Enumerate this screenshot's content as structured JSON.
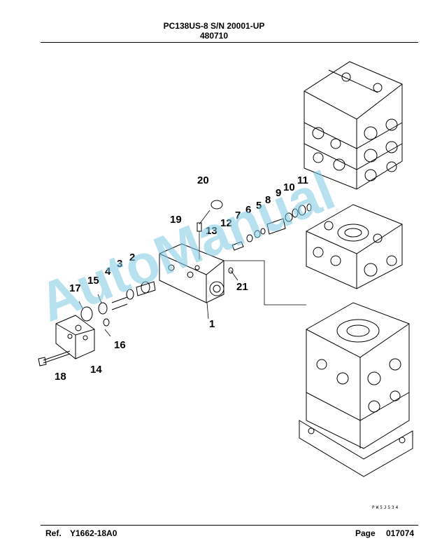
{
  "header": {
    "model_line": "PC138US-8 S/N 20001-UP",
    "part_number": "480710"
  },
  "diagram": {
    "callouts": [
      {
        "id": "c1",
        "text": "1"
      },
      {
        "id": "c2",
        "text": "2"
      },
      {
        "id": "c3",
        "text": "3"
      },
      {
        "id": "c4",
        "text": "4"
      },
      {
        "id": "c5",
        "text": "5"
      },
      {
        "id": "c6",
        "text": "6"
      },
      {
        "id": "c7",
        "text": "7"
      },
      {
        "id": "c8",
        "text": "8"
      },
      {
        "id": "c9",
        "text": "9"
      },
      {
        "id": "c10",
        "text": "10"
      },
      {
        "id": "c11",
        "text": "11"
      },
      {
        "id": "c12",
        "text": "12"
      },
      {
        "id": "c13",
        "text": "13"
      },
      {
        "id": "c14",
        "text": "14"
      },
      {
        "id": "c15",
        "text": "15"
      },
      {
        "id": "c16",
        "text": "16"
      },
      {
        "id": "c17",
        "text": "17"
      },
      {
        "id": "c18",
        "text": "18"
      },
      {
        "id": "c19",
        "text": "19"
      },
      {
        "id": "c20",
        "text": "20"
      },
      {
        "id": "c21",
        "text": "21"
      }
    ],
    "drawing_code": "PW5J534",
    "watermark": "AutoManual",
    "watermark_color": "#7ec8e3"
  },
  "footer": {
    "ref_label": "Ref.",
    "ref_value": "Y1662-18A0",
    "page_label": "Page",
    "page_value": "017074"
  }
}
